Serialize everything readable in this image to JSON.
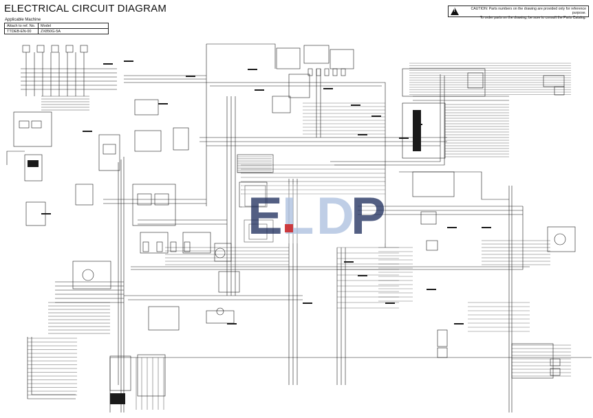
{
  "title": "ELECTRICAL CIRCUIT DIAGRAM",
  "applicable": {
    "label": "Applicable Machine",
    "header": [
      "Attach to ref. No.",
      "Model"
    ],
    "row": [
      "TTDEB-EN-00",
      "ZX850G-5A"
    ]
  },
  "caution": {
    "line1": "CAUTION: Parts numbers on the drawing are provided only for reference purpose.",
    "line2": "To order parts on the drawing, be sure to consult the Parts Catalog.",
    "icon": "warning-triangle-icon"
  },
  "watermark_logo": {
    "text": "ELDP",
    "colors": {
      "dark": "#1a2a5a",
      "light": "#a9bede",
      "red": "#cc2020"
    }
  },
  "colors": {
    "ink": "#1a1a1a",
    "background": "#ffffff"
  }
}
